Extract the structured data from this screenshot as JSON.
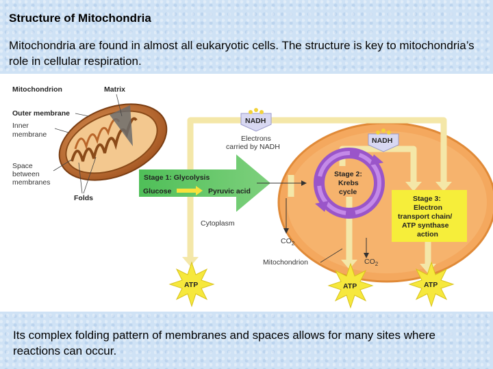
{
  "title": "Structure of Mitochondria",
  "intro": "Mitochondria are found in almost all eukaryotic cells.  The structure is key to mitochondria’s role in cellular respiration.",
  "caption": "Its complex folding pattern of membranes and spaces allows for many sites where reactions can occur.",
  "diagram": {
    "left_labels": {
      "mitochondrion": "Mitochondrion",
      "matrix": "Matrix",
      "outer_membrane": "Outer membrane",
      "inner_membrane_1": "Inner",
      "inner_membrane_2": "membrane",
      "space_1": "Space",
      "space_2": "between",
      "space_3": "membranes",
      "folds": "Folds"
    },
    "nadh_top": "NADH",
    "nadh_right": "NADH",
    "electrons_1": "Electrons",
    "electrons_2": "carried by NADH",
    "stage1_title": "Stage 1: Glycolysis",
    "glucose": "Glucose",
    "pyruvic_acid": "Pyruvic acid",
    "cytoplasm": "Cytoplasm",
    "stage2_1": "Stage 2:",
    "stage2_2": "Krebs",
    "stage2_3": "cycle",
    "stage3_1": "Stage 3:",
    "stage3_2": "Electron",
    "stage3_3": "transport chain/",
    "stage3_4": "ATP synthase",
    "stage3_5": "action",
    "co2_left": "CO",
    "co2_left_sub": "2",
    "co2_right": "CO",
    "co2_right_sub": "2",
    "mitochondrion_label": "Mitochondrion",
    "atp_1": "ATP",
    "atp_2": "ATP",
    "atp_3": "ATP"
  }
}
